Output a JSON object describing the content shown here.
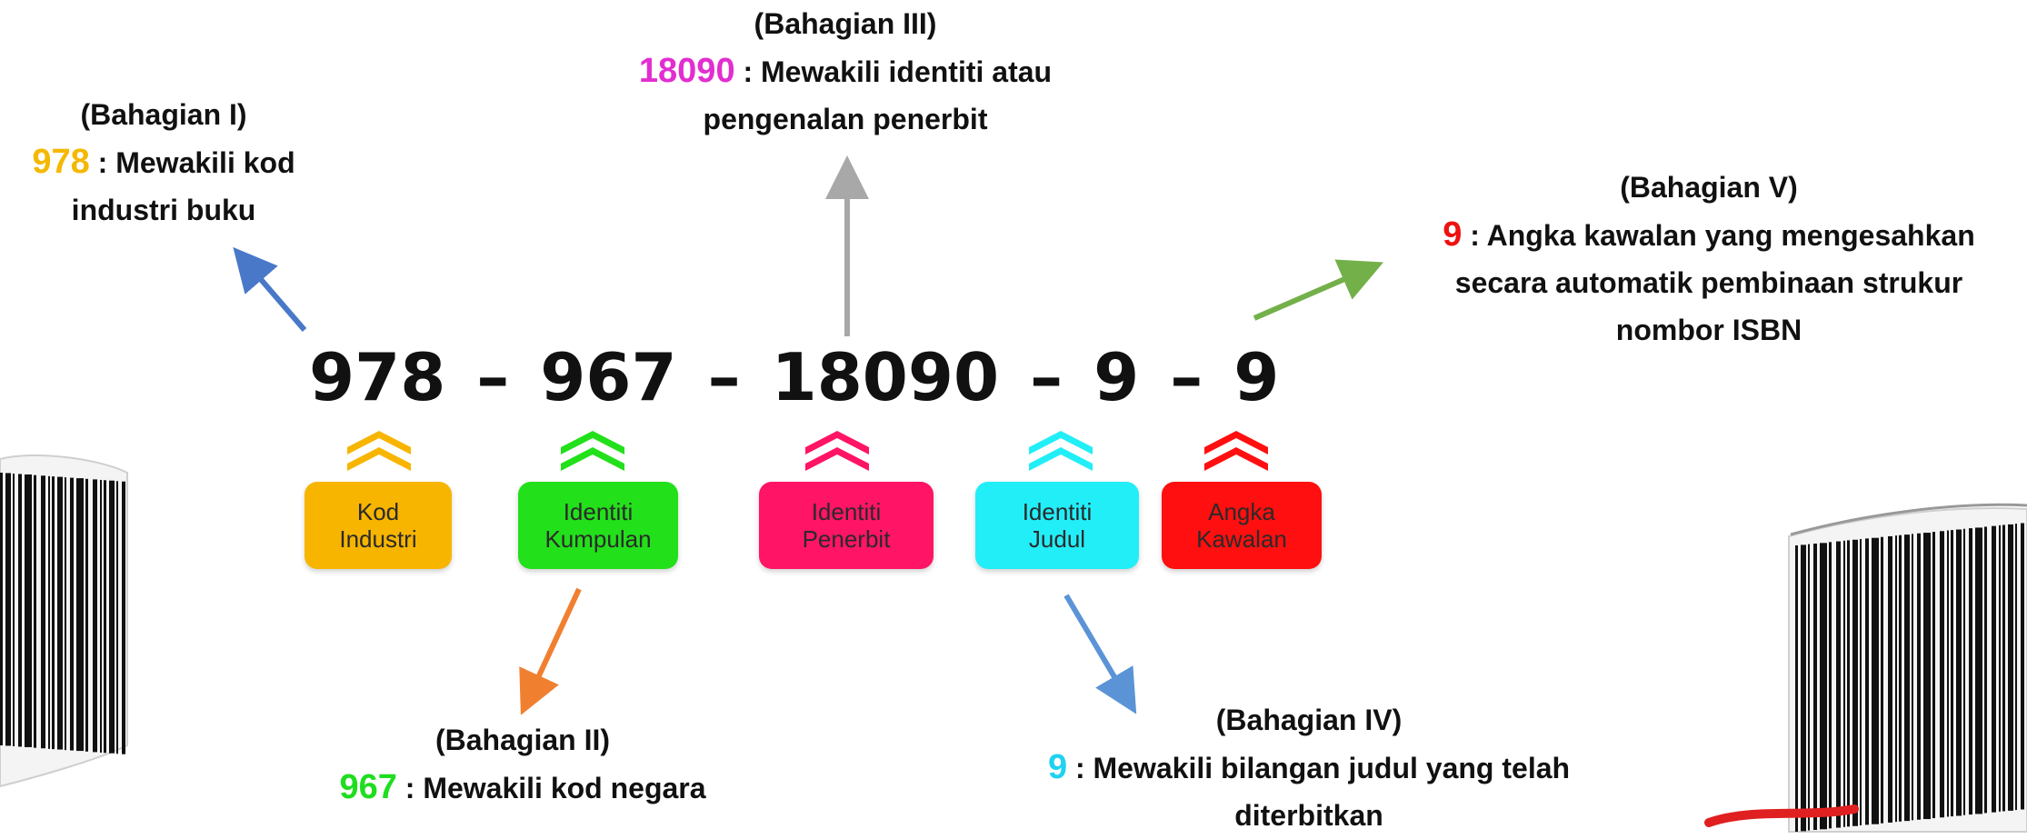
{
  "colors": {
    "kod_industri": "#f7b500",
    "identiti_kumpulan": "#22e01a",
    "identiti_penerbit": "#ff1466",
    "identiti_judul": "#22eef8",
    "angka_kawalan": "#ff0f0f",
    "num_part1": "#f5b800",
    "num_part2": "#1fdd1f",
    "num_part3": "#e22ed0",
    "num_part4": "#1fd2f0",
    "num_part5": "#ee1111",
    "arrow_part1": "#4a78c8",
    "arrow_part2": "#f08030",
    "arrow_part3": "#a8a8a8",
    "arrow_part4": "#5b94d6",
    "arrow_part5": "#74b04a"
  },
  "isbn": {
    "part1": "978",
    "part2": "967",
    "part3": "18090",
    "part4": "9",
    "part5": "9",
    "separator": "–"
  },
  "boxes": {
    "kod_industri": {
      "line1": "Kod",
      "line2": "Industri"
    },
    "identiti_kumpulan": {
      "line1": "Identiti",
      "line2": "Kumpulan"
    },
    "identiti_penerbit": {
      "line1": "Identiti",
      "line2": "Penerbit"
    },
    "identiti_judul": {
      "line1": "Identiti",
      "line2": "Judul"
    },
    "angka_kawalan": {
      "line1": "Angka",
      "line2": "Kawalan"
    }
  },
  "annotations": {
    "part1": {
      "heading": "(Bahagian I)",
      "number": "978",
      "desc1": " : Mewakili kod",
      "desc2": "industri buku"
    },
    "part2": {
      "heading": "(Bahagian II)",
      "number": "967",
      "desc1": " : Mewakili kod negara"
    },
    "part3": {
      "heading": "(Bahagian III)",
      "number": "18090",
      "desc1": " :  Mewakili identiti atau",
      "desc2": "pengenalan penerbit"
    },
    "part4": {
      "heading": "(Bahagian IV)",
      "number": "9",
      "desc1": " : Mewakili bilangan judul yang telah",
      "desc2": "diterbitkan"
    },
    "part5": {
      "heading": "(Bahagian V)",
      "number": "9",
      "desc1": " : Angka kawalan yang mengesahkan",
      "desc2": "secara automatik pembinaan strukur",
      "desc3": "nombor ISBN"
    }
  }
}
